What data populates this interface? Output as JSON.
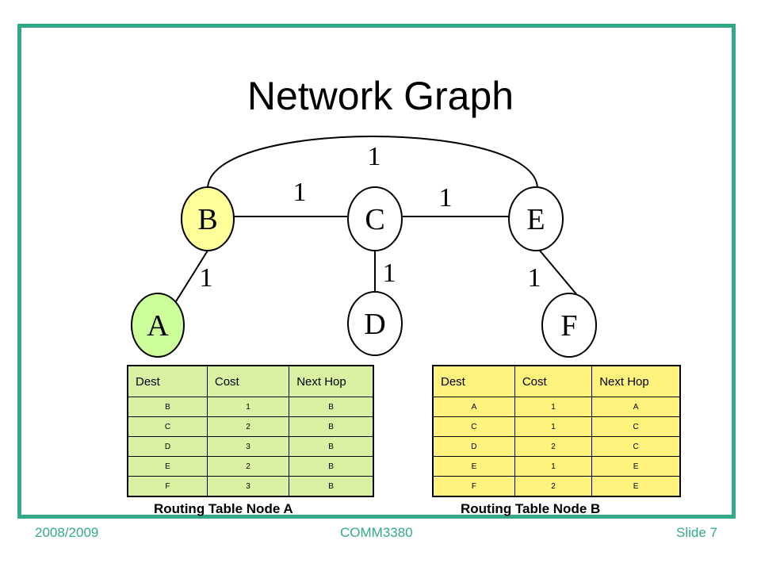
{
  "slide": {
    "title": "Network Graph",
    "footer_left": "2008/2009",
    "footer_center": "COMM3380",
    "footer_right": "Slide 7"
  },
  "colors": {
    "frame": "#33a98a",
    "node_b_fill": "#ffff99",
    "node_a_fill": "#ccff99",
    "table_a_fill": "#d8f1a2",
    "table_b_fill": "#fff27d"
  },
  "graph": {
    "nodes": [
      {
        "id": "A",
        "label": "A"
      },
      {
        "id": "B",
        "label": "B"
      },
      {
        "id": "C",
        "label": "C"
      },
      {
        "id": "D",
        "label": "D"
      },
      {
        "id": "E",
        "label": "E"
      },
      {
        "id": "F",
        "label": "F"
      }
    ],
    "edges": [
      {
        "from": "B",
        "to": "E",
        "weight": "1"
      },
      {
        "from": "B",
        "to": "C",
        "weight": "1"
      },
      {
        "from": "C",
        "to": "E",
        "weight": "1"
      },
      {
        "from": "B",
        "to": "A",
        "weight": "1"
      },
      {
        "from": "C",
        "to": "D",
        "weight": "1"
      },
      {
        "from": "E",
        "to": "F",
        "weight": "1"
      }
    ]
  },
  "tables": [
    {
      "caption": "Routing Table Node A",
      "headers": [
        "Dest",
        "Cost",
        "Next Hop"
      ],
      "rows": [
        [
          "B",
          "1",
          "B"
        ],
        [
          "C",
          "2",
          "B"
        ],
        [
          "D",
          "3",
          "B"
        ],
        [
          "E",
          "2",
          "B"
        ],
        [
          "F",
          "3",
          "B"
        ]
      ]
    },
    {
      "caption": "Routing Table Node B",
      "headers": [
        "Dest",
        "Cost",
        "Next Hop"
      ],
      "rows": [
        [
          "A",
          "1",
          "A"
        ],
        [
          "C",
          "1",
          "C"
        ],
        [
          "D",
          "2",
          "C"
        ],
        [
          "E",
          "1",
          "E"
        ],
        [
          "F",
          "2",
          "E"
        ]
      ]
    }
  ]
}
